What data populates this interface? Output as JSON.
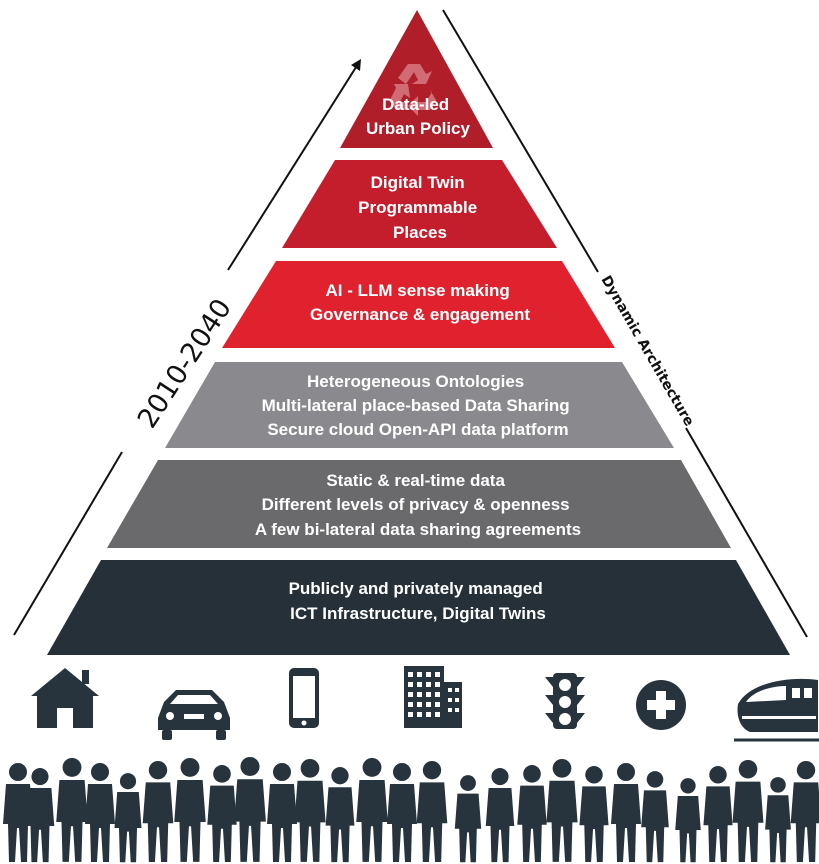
{
  "timeline_label": "2010-2040",
  "side_label": "Dynamic Architecture",
  "colors": {
    "tier_top": "#b01e2a",
    "tier_upper": "#c41e2d",
    "tier_middle": "#e0222f",
    "tier_grey_light": "#8a8a8e",
    "tier_grey_dark": "#6a6a6d",
    "tier_base": "#253039",
    "icon": "#27343d"
  },
  "tiers": [
    {
      "lines": [
        "Data-led",
        "Urban Policy"
      ],
      "icon": "recycle-icon"
    },
    {
      "lines": [
        "Digital Twin",
        "Programmable",
        "Places"
      ]
    },
    {
      "lines": [
        "AI - LLM sense making",
        "Governance & engagement"
      ]
    },
    {
      "lines": [
        "Heterogeneous Ontologies",
        "Multi-lateral place-based Data Sharing",
        "Secure cloud Open-API data platform"
      ]
    },
    {
      "lines": [
        "Static & real-time data",
        "Different levels of privacy & openness",
        "A few bi-lateral data sharing agreements"
      ]
    },
    {
      "lines": [
        "Publicly and privately managed",
        "ICT Infrastructure, Digital Twins"
      ]
    }
  ],
  "icons": [
    "house-icon",
    "car-icon",
    "smartphone-icon",
    "office-building-icon",
    "traffic-light-icon",
    "medical-cross-icon",
    "train-icon"
  ],
  "people": "crowd-silhouettes"
}
